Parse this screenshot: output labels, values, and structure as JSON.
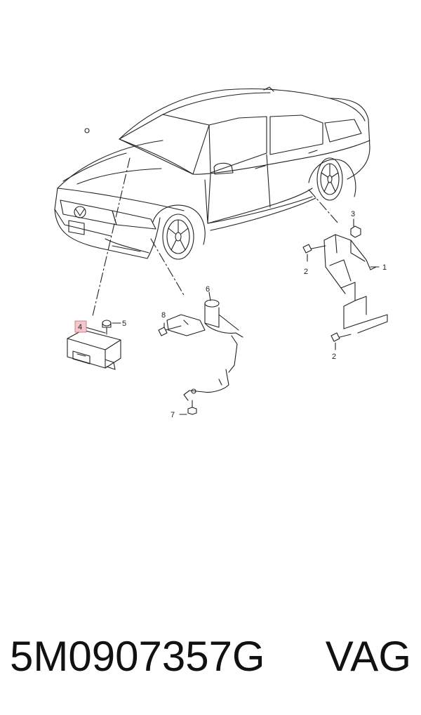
{
  "callouts": {
    "c1": "1",
    "c2a": "2",
    "c2b": "2",
    "c3": "3",
    "c4": "4",
    "c5": "5",
    "c6": "6",
    "c7": "7",
    "c8": "8"
  },
  "highlight_color": "#f4c7cc",
  "footer": {
    "part_number": "5M0907357G",
    "brand": "VAG"
  }
}
